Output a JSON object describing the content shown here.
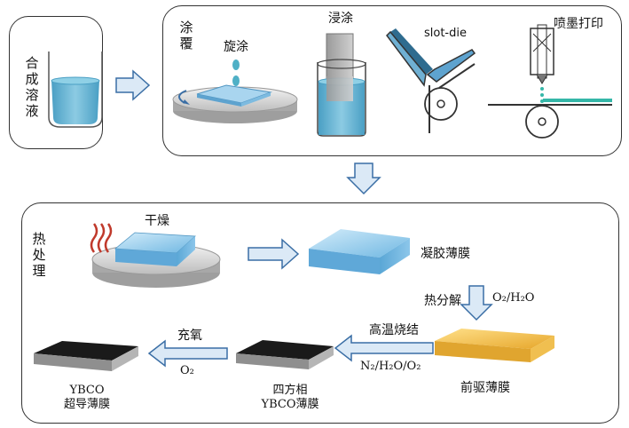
{
  "top_left": {
    "label_chars": [
      "合",
      "成",
      "溶",
      "液"
    ]
  },
  "coating": {
    "title_chars": [
      "涂",
      "覆"
    ],
    "methods": [
      "旋涂",
      "浸涂",
      "slot-die",
      "喷墨打印"
    ]
  },
  "heat": {
    "title_chars": [
      "热",
      "处",
      "理"
    ],
    "dry_label": "干燥",
    "gel_label": "凝胶薄膜",
    "pyrolysis_label": "热分解",
    "pyrolysis_gas": "O₂/H₂O",
    "precursor_label": "前驱薄膜",
    "sinter_label": "高温烧结",
    "sinter_gas": "N₂/H₂O/O₂",
    "tetragonal_label": [
      "四方相",
      "YBCO薄膜"
    ],
    "oxygen_label": "充氧",
    "oxygen_gas": "O₂",
    "final_label": [
      "YBCO",
      "超导薄膜"
    ]
  },
  "colors": {
    "solution_blue": "#6fb8d6",
    "film_blue": "#a9d5ef",
    "precursor_yellow": "#f2c94c",
    "ybco_black": "#1a1a1a",
    "arrow_fill": "#dbe9f6",
    "arrow_stroke": "#3a6ea5"
  }
}
